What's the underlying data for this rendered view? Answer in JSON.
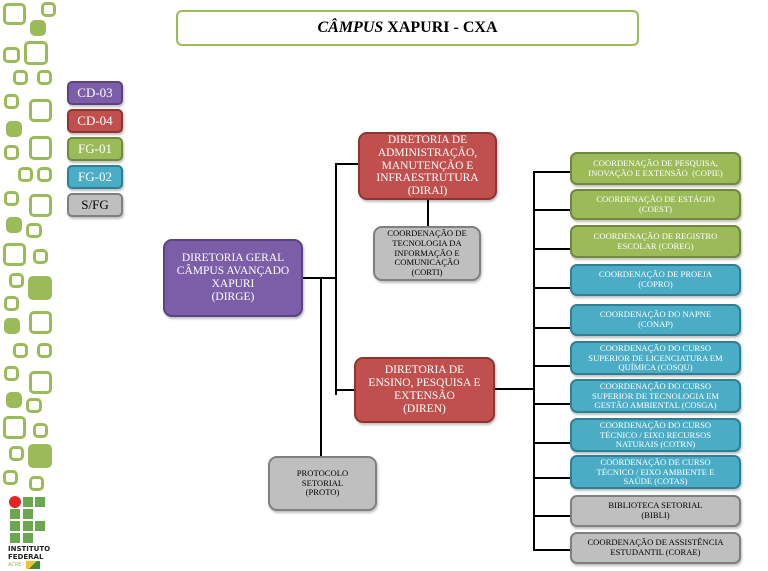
{
  "title": {
    "italic_part": "CÂMPUS",
    "rest": " XAPURI - CXA"
  },
  "legend": [
    {
      "label": "CD-03",
      "color": "#7b5ea7"
    },
    {
      "label": "CD-04",
      "color": "#c0504d"
    },
    {
      "label": "FG-01",
      "color": "#9bbb59"
    },
    {
      "label": "FG-02",
      "color": "#4bacc6"
    },
    {
      "label": "S/FG",
      "color": "#bfbfbf"
    }
  ],
  "logo": {
    "line1": "INSTITUTO",
    "line2": "FEDERAL",
    "line3": "ACRE"
  },
  "nodes": {
    "dirge": {
      "lines": [
        "DIRETORIA GERAL",
        "CÂMPUS AVANÇADO",
        "XAPURI",
        "(DIRGE)"
      ],
      "level": "CD-03"
    },
    "dirai": {
      "lines": [
        "DIRETORIA DE",
        "ADMINISTRAÇÃO,",
        "MANUTENÇÃO E",
        "INFRAESTRUTURA",
        "(DIRAI)"
      ],
      "level": "CD-04"
    },
    "corti": {
      "lines": [
        "COORDENAÇÃO DE",
        "TECNOLOGIA DA",
        "INFORMAÇÃO E",
        "COMUNICAÇÃO",
        "(CORTI)"
      ],
      "level": "S/FG"
    },
    "diren": {
      "lines": [
        "DIRETORIA DE",
        "ENSINO, PESQUISA E",
        "EXTENSÃO",
        "(DIREN)"
      ],
      "level": "CD-04"
    },
    "proto": {
      "lines": [
        "PROTOCOLO",
        "SETORIAL",
        "(PROTO)"
      ],
      "level": "S/FG"
    }
  },
  "coordinations": [
    {
      "lines": [
        "COORDENAÇÃO DE PESQUISA,",
        "INOVAÇÃO E EXTENSÃO  (COPIE)"
      ],
      "level": "FG-01"
    },
    {
      "lines": [
        "COORDENAÇÃO DE ESTÁGIO",
        "(COEST)"
      ],
      "level": "FG-01"
    },
    {
      "lines": [
        "COORDENAÇÃO DE REGISTRO",
        "ESCOLAR (COREG)"
      ],
      "level": "FG-01"
    },
    {
      "lines": [
        "COORDENAÇÃO DE PROEJA",
        "(COPRO)"
      ],
      "level": "FG-02"
    },
    {
      "lines": [
        "COORDENAÇÃO DO NAPNE",
        "(CONAP)"
      ],
      "level": "FG-02"
    },
    {
      "lines": [
        "COORDENAÇÃO DO CURSO",
        "SUPERIOR DE LICENCIATURA EM",
        "QUÍMICA (COSQU)"
      ],
      "level": "FG-02"
    },
    {
      "lines": [
        "COORDENAÇÃO DO CURSO",
        "SUPERIOR DE TECNOLOGIA EM",
        "GESTÃO AMBIENTAL (COSGA)"
      ],
      "level": "FG-02"
    },
    {
      "lines": [
        "COORDENAÇÃO DO CURSO",
        "TÉCNICO / EIXO RECURSOS",
        "NATURAIS (COTRN)"
      ],
      "level": "FG-02"
    },
    {
      "lines": [
        "COORDENAÇÃO DE CURSO",
        "TÉCNICO / EIXO AMBIENTE E",
        "SAÚDE (COTAS)"
      ],
      "level": "FG-02"
    },
    {
      "lines": [
        "BIBLIOTECA SETORIAL",
        "(BIBLI)"
      ],
      "level": "S/FG"
    },
    {
      "lines": [
        "COORDENAÇÃO DE ASSISTÊNCIA",
        "ESTUDANTIL (CORAE)"
      ],
      "level": "S/FG"
    }
  ]
}
